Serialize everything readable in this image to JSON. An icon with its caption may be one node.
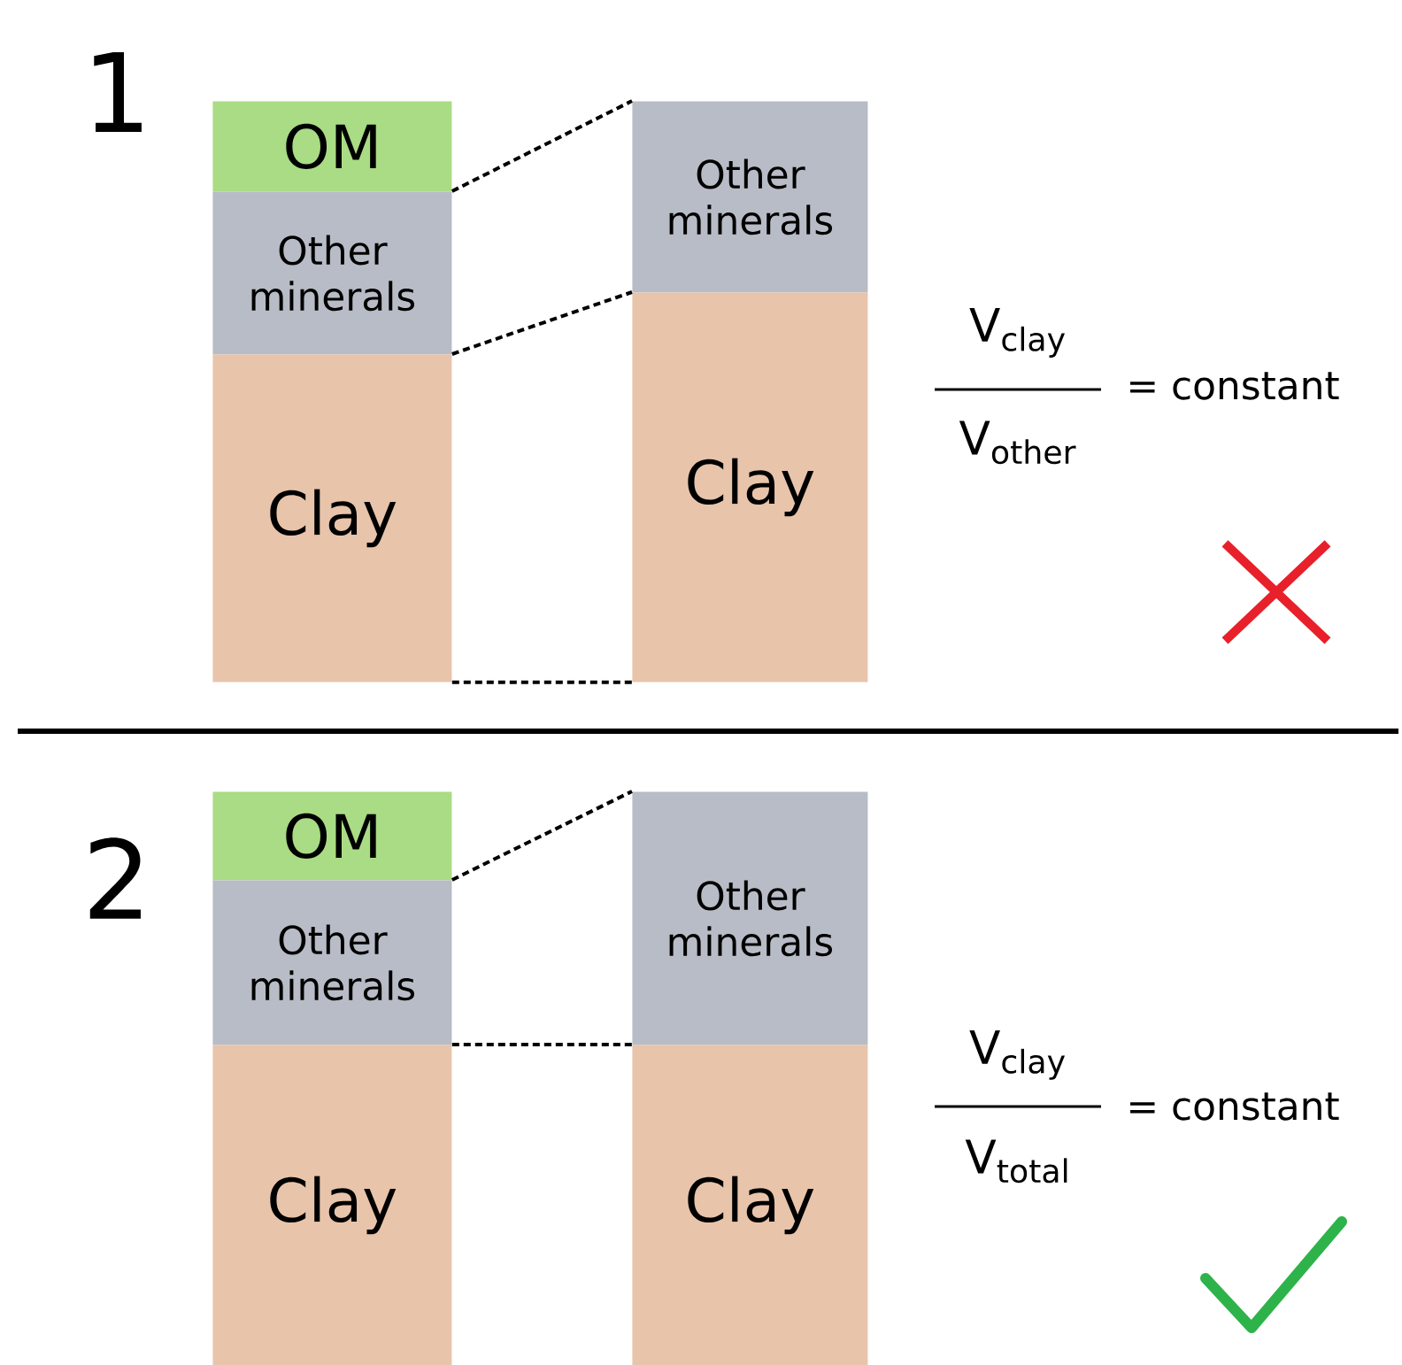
{
  "diagram": {
    "nodes": [
      {
        "text": [
          "OM"
        ]
      },
      {
        "text": [
          "Other minerals"
        ]
      },
      {
        "text": [
          "Clay"
        ]
      },
      {
        "text": [
          "Other minerals"
        ]
      },
      {
        "text": [
          "Clay"
        ]
      },
      {
        "text": [
          "OM"
        ]
      },
      {
        "text": [
          "Other minerals"
        ]
      },
      {
        "text": [
          "Clay"
        ]
      },
      {
        "text": [
          "Other minerals"
        ]
      },
      {
        "text": [
          "Clay"
        ]
      }
    ],
    "edges": [
      {
        "from": 1,
        "to": 3,
        "arrow": "none",
        "style": "dashed"
      },
      {
        "from": 2,
        "to": 4,
        "arrow": "none",
        "style": "dashed"
      },
      {
        "from": 2,
        "to": 4,
        "arrow": "none",
        "style": "dashed"
      },
      {
        "from": 6,
        "to": 8,
        "arrow": "none",
        "style": "dashed"
      },
      {
        "from": 7,
        "to": 9,
        "arrow": "none",
        "style": "dashed"
      }
    ],
    "labels": [
      "1",
      "V$_{clay}$",
      "V$_{other}$",
      "= constant",
      "2",
      "V$_{clay}$",
      "V$_{total}$",
      "= constant"
    ]
  }
}
